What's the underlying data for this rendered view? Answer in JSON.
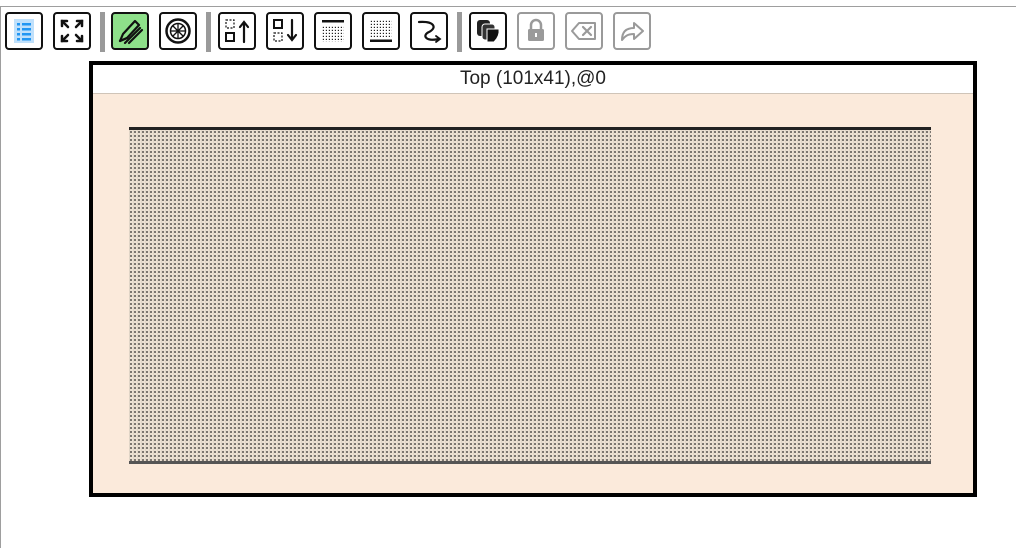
{
  "toolbar": {
    "buttons": [
      {
        "name": "list-view-button",
        "icon": "list-icon",
        "state": "normal"
      },
      {
        "name": "fullscreen-button",
        "icon": "expand-icon",
        "state": "normal"
      },
      {
        "name": "edit-mode-button",
        "icon": "pencil-icon",
        "state": "active"
      },
      {
        "name": "wheel-button",
        "icon": "wheel-icon",
        "state": "normal"
      },
      {
        "name": "move-up-button",
        "icon": "move-up-icon",
        "state": "normal"
      },
      {
        "name": "move-down-button",
        "icon": "move-down-icon",
        "state": "normal"
      },
      {
        "name": "align-top-button",
        "icon": "align-top-grid-icon",
        "state": "normal"
      },
      {
        "name": "align-bottom-button",
        "icon": "align-bottom-grid-icon",
        "state": "normal"
      },
      {
        "name": "curve-button",
        "icon": "curve-icon",
        "state": "normal"
      },
      {
        "name": "layers-button",
        "icon": "layers-icon",
        "state": "normal"
      },
      {
        "name": "lock-button",
        "icon": "lock-icon",
        "state": "disabled"
      },
      {
        "name": "delete-button",
        "icon": "backspace-icon",
        "state": "disabled"
      },
      {
        "name": "redo-button",
        "icon": "redo-icon",
        "state": "disabled"
      }
    ]
  },
  "panel": {
    "title": "Top (101x41),@0",
    "grid": {
      "columns": 101,
      "rows": 41
    }
  },
  "colors": {
    "active_button": "#8ee08a",
    "panel_background": "#fbeadb",
    "list_icon_blue": "#2196f3",
    "disabled_gray": "#9a9a9a"
  }
}
